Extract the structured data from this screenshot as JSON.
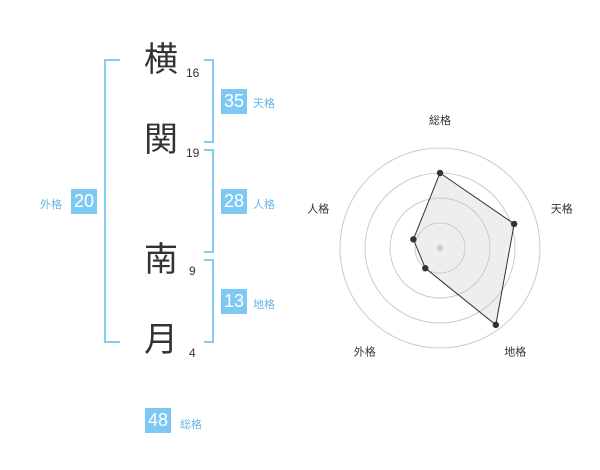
{
  "name": {
    "characters": [
      {
        "char": "横",
        "strokes": "16"
      },
      {
        "char": "関",
        "strokes": "19"
      },
      {
        "char": "南",
        "strokes": "9"
      },
      {
        "char": "月",
        "strokes": "4"
      }
    ]
  },
  "fortunes": {
    "tenkaku": {
      "value": "35",
      "label": "天格"
    },
    "jinkaku": {
      "value": "28",
      "label": "人格"
    },
    "chikaku": {
      "value": "13",
      "label": "地格"
    },
    "gaikaku": {
      "value": "20",
      "label": "外格"
    },
    "soukaku": {
      "value": "48",
      "label": "総格"
    }
  },
  "colors": {
    "accent": "#7ec8f4",
    "bracket": "#86cbf3",
    "label": "#66b6e8"
  },
  "chart_data": {
    "type": "radar",
    "axes": [
      "総格",
      "天格",
      "地格",
      "外格",
      "人格"
    ],
    "series": [
      {
        "values": [
          0.75,
          0.78,
          0.95,
          0.25,
          0.28
        ]
      }
    ],
    "range": [
      0,
      1
    ],
    "rings": 4
  }
}
